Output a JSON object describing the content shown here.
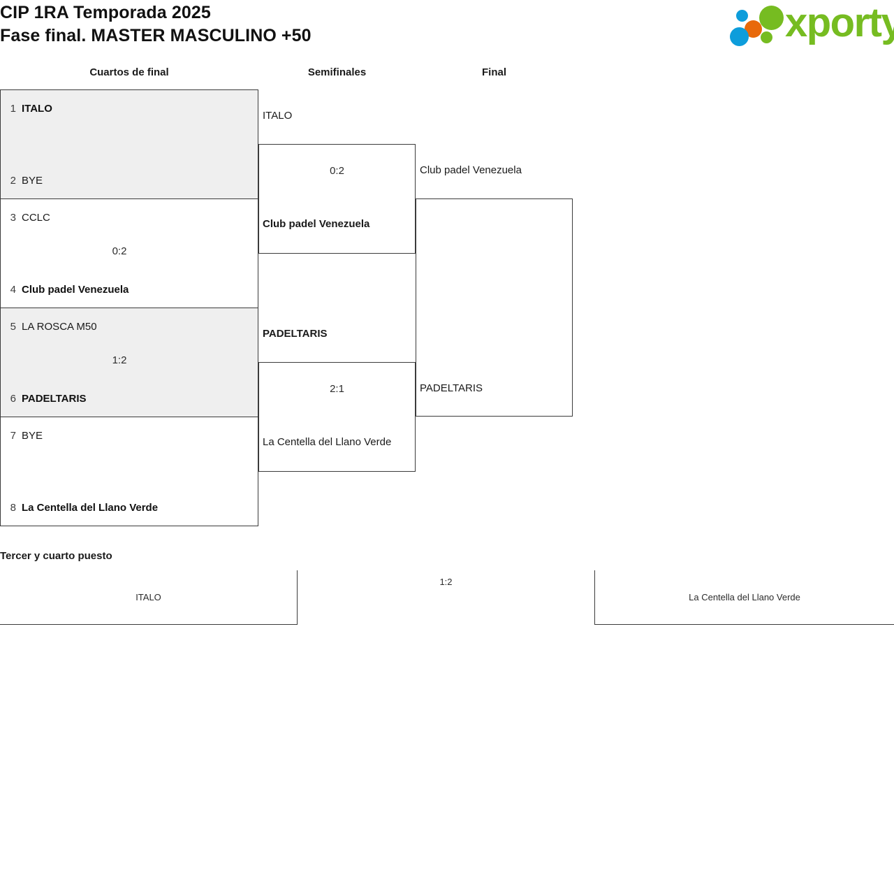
{
  "header": {
    "title_line1": "CIP 1RA Temporada 2025",
    "title_line2": "Fase final. MASTER MASCULINO +50",
    "logo_word": "xporty",
    "logo_colors": {
      "green": "#76bc21",
      "blue": "#0d9ddb",
      "orange": "#e8690a"
    }
  },
  "rounds": [
    {
      "label": "Cuartos de final"
    },
    {
      "label": "Semifinales"
    },
    {
      "label": "Final"
    }
  ],
  "bracket": {
    "quarterfinals": [
      {
        "shaded": true,
        "top": {
          "seed": "1",
          "name": "ITALO",
          "winner": true
        },
        "bottom": {
          "seed": "2",
          "name": "BYE",
          "winner": false
        },
        "score": ""
      },
      {
        "shaded": false,
        "top": {
          "seed": "3",
          "name": "CCLC",
          "winner": false
        },
        "bottom": {
          "seed": "4",
          "name": "Club padel Venezuela",
          "winner": true
        },
        "score": "0:2"
      },
      {
        "shaded": true,
        "top": {
          "seed": "5",
          "name": "LA ROSCA M50",
          "winner": false
        },
        "bottom": {
          "seed": "6",
          "name": "PADELTARIS",
          "winner": true
        },
        "score": "1:2"
      },
      {
        "shaded": false,
        "top": {
          "seed": "7",
          "name": "BYE",
          "winner": false
        },
        "bottom": {
          "seed": "8",
          "name": "La Centella del Llano Verde",
          "winner": true
        },
        "score": ""
      }
    ],
    "semifinals": [
      {
        "upper": {
          "name": "ITALO",
          "winner": false
        },
        "lower": {
          "name": "Club padel Venezuela",
          "winner": true
        },
        "score": "0:2"
      },
      {
        "upper": {
          "name": "PADELTARIS",
          "winner": true
        },
        "lower": {
          "name": "La Centella del Llano Verde",
          "winner": false
        },
        "score": "2:1"
      }
    ],
    "final": {
      "upper": {
        "name": "Club padel Venezuela",
        "winner": false
      },
      "lower": {
        "name": "PADELTARIS",
        "winner": false
      },
      "score": ""
    }
  },
  "third_place": {
    "title": "Tercer y cuarto puesto",
    "left_name": "ITALO",
    "right_name": "La Centella del Llano Verde",
    "score": "1:2"
  }
}
